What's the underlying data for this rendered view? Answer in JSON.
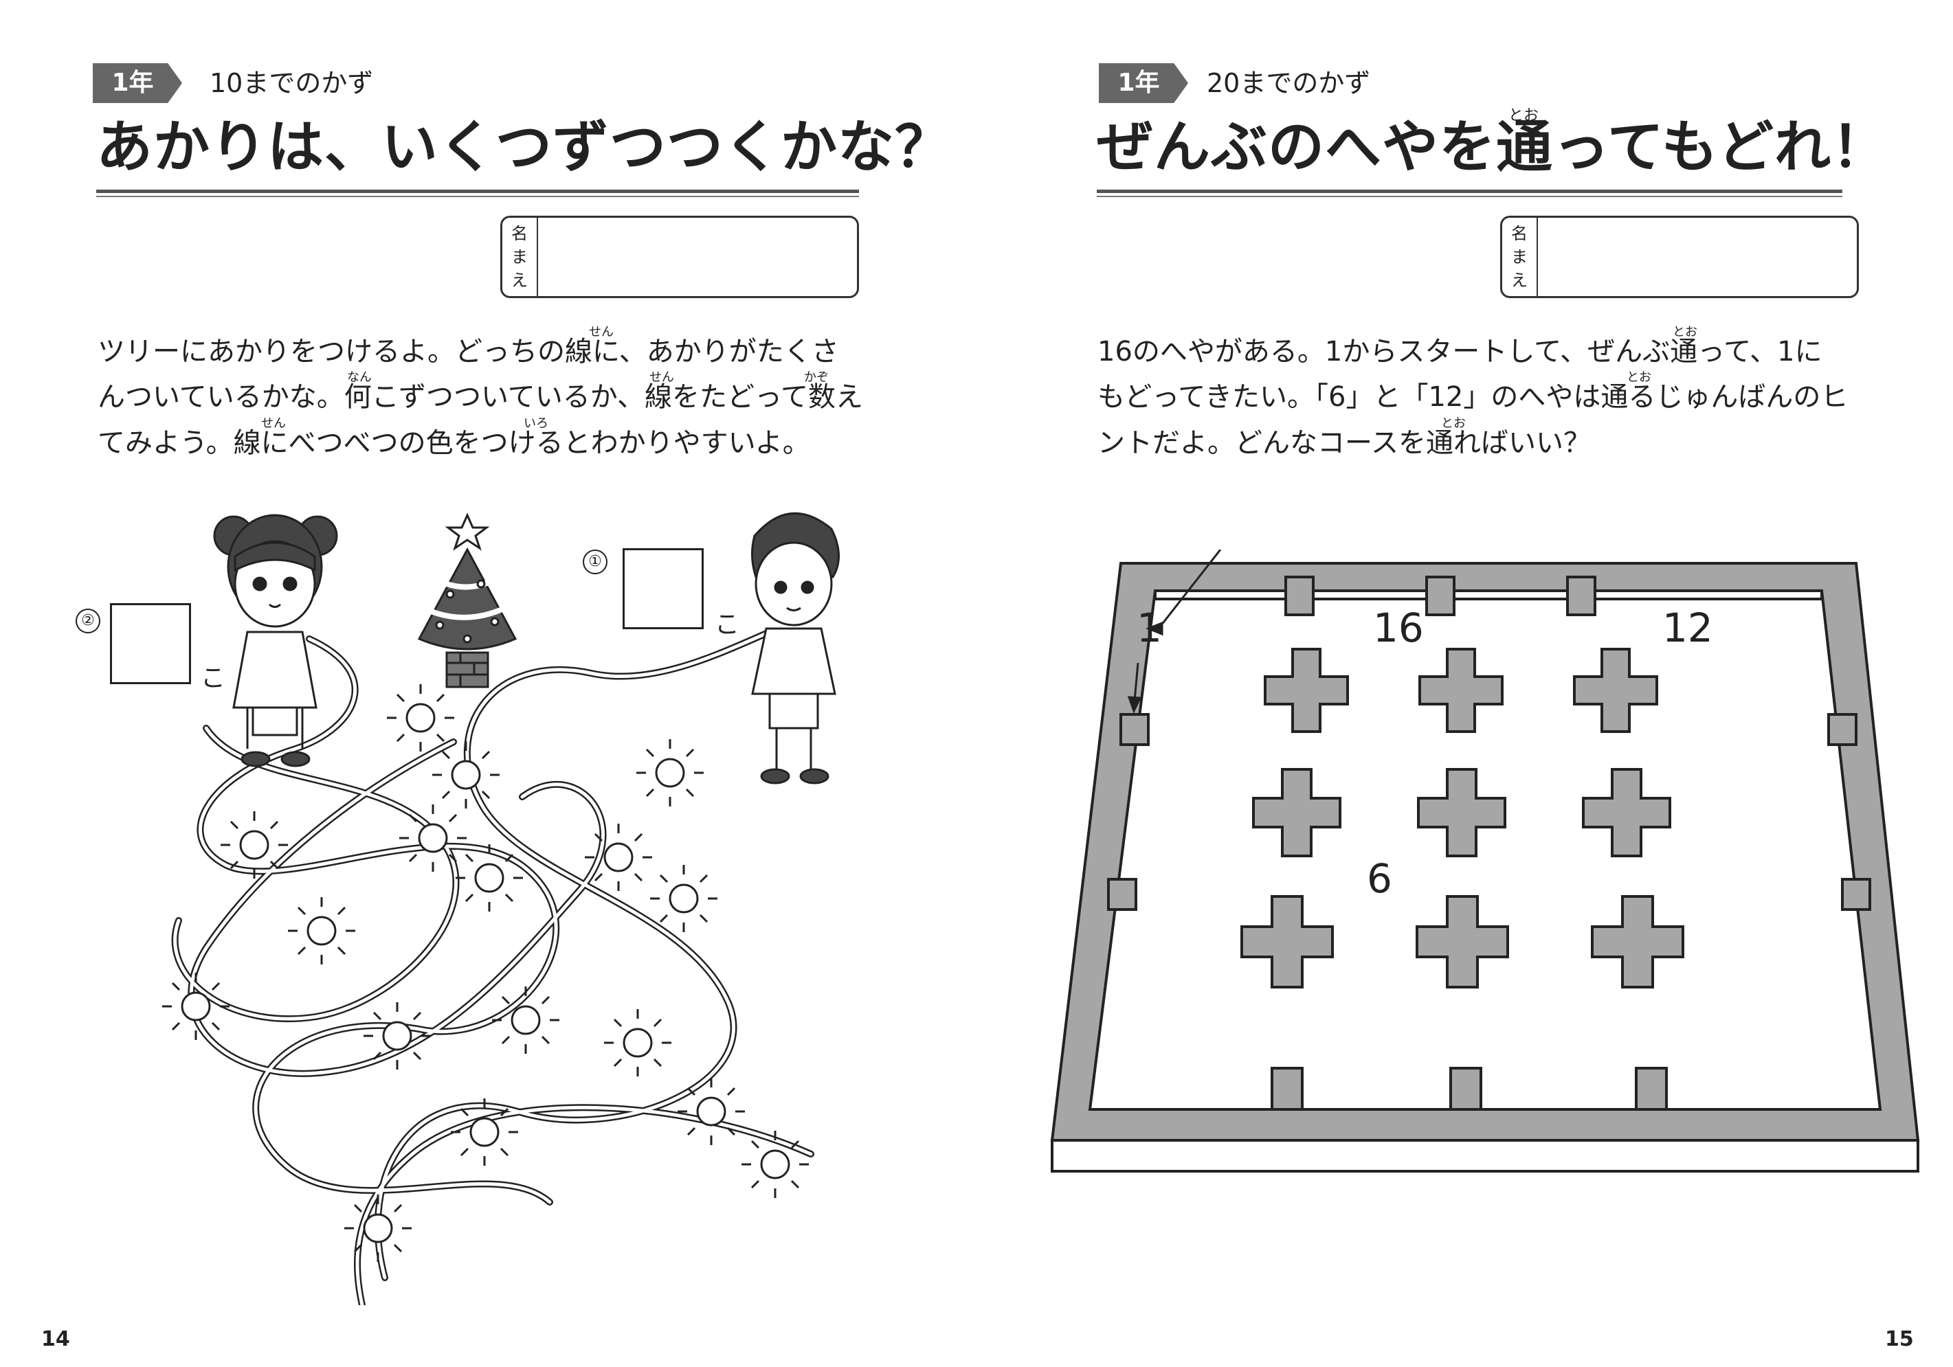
{
  "left_page": {
    "grade": "1年",
    "subtitle": "10までのかず",
    "title": "あかりは、いくつずつつくかな？",
    "name_label": [
      "名",
      "ま",
      "え"
    ],
    "instructions": [
      "ツリーにあかりをつけるよ。どっちの線に、あかりがたくさ",
      "んついているかな。何こずつついているか、線をたどって数え",
      "てみよう。線にべつべつの色をつけるとわかりやすいよ。"
    ],
    "furigana": [
      "せん",
      "なん",
      "せん",
      "かぞ",
      "せん",
      "いろ"
    ],
    "answers": [
      {
        "marker": "②",
        "unit": "こ"
      },
      {
        "marker": "①",
        "unit": "こ"
      }
    ],
    "page_number": "14"
  },
  "right_page": {
    "grade": "1年",
    "subtitle": "20までのかず",
    "title": "ぜんぶのへやを通ってもどれ！",
    "title_furigana": "とお",
    "name_label": [
      "名",
      "ま",
      "え"
    ],
    "instructions": [
      "16のへやがある。1からスタートして、ぜんぶ通って、1に",
      "もどってきたい。「6」と「12」のへやは通るじゅんばんのヒ",
      "ントだよ。どんなコースを通ればいい？"
    ],
    "furigana": [
      "とお",
      "とお",
      "とお"
    ],
    "maze_labels": {
      "start": "1",
      "a": "16",
      "b": "12",
      "c": "6"
    },
    "page_number": "15"
  },
  "colors": {
    "badge": "#666666",
    "ink": "#222222",
    "maze_wall": "#a6a6a6"
  }
}
